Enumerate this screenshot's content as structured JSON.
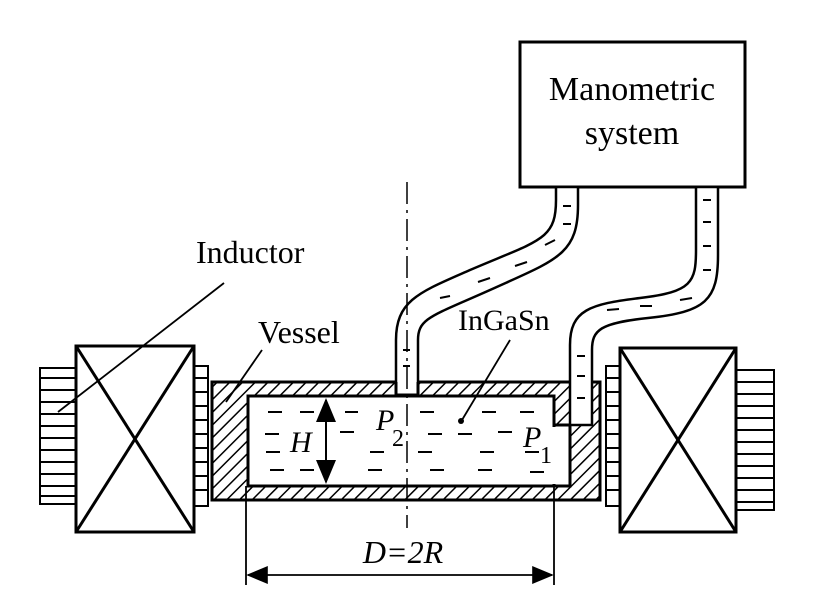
{
  "labels": {
    "manometric_line1": "Manometric",
    "manometric_line2": "system",
    "inductor": "Inductor",
    "vessel": "Vessel",
    "ingasn": "InGaSn",
    "height": "H",
    "p2_letter": "P",
    "p2_sub": "2",
    "p1_letter": "P",
    "p1_sub": "1",
    "diameter": "D=2R"
  },
  "colors": {
    "ink": "#000000",
    "background": "#ffffff"
  }
}
